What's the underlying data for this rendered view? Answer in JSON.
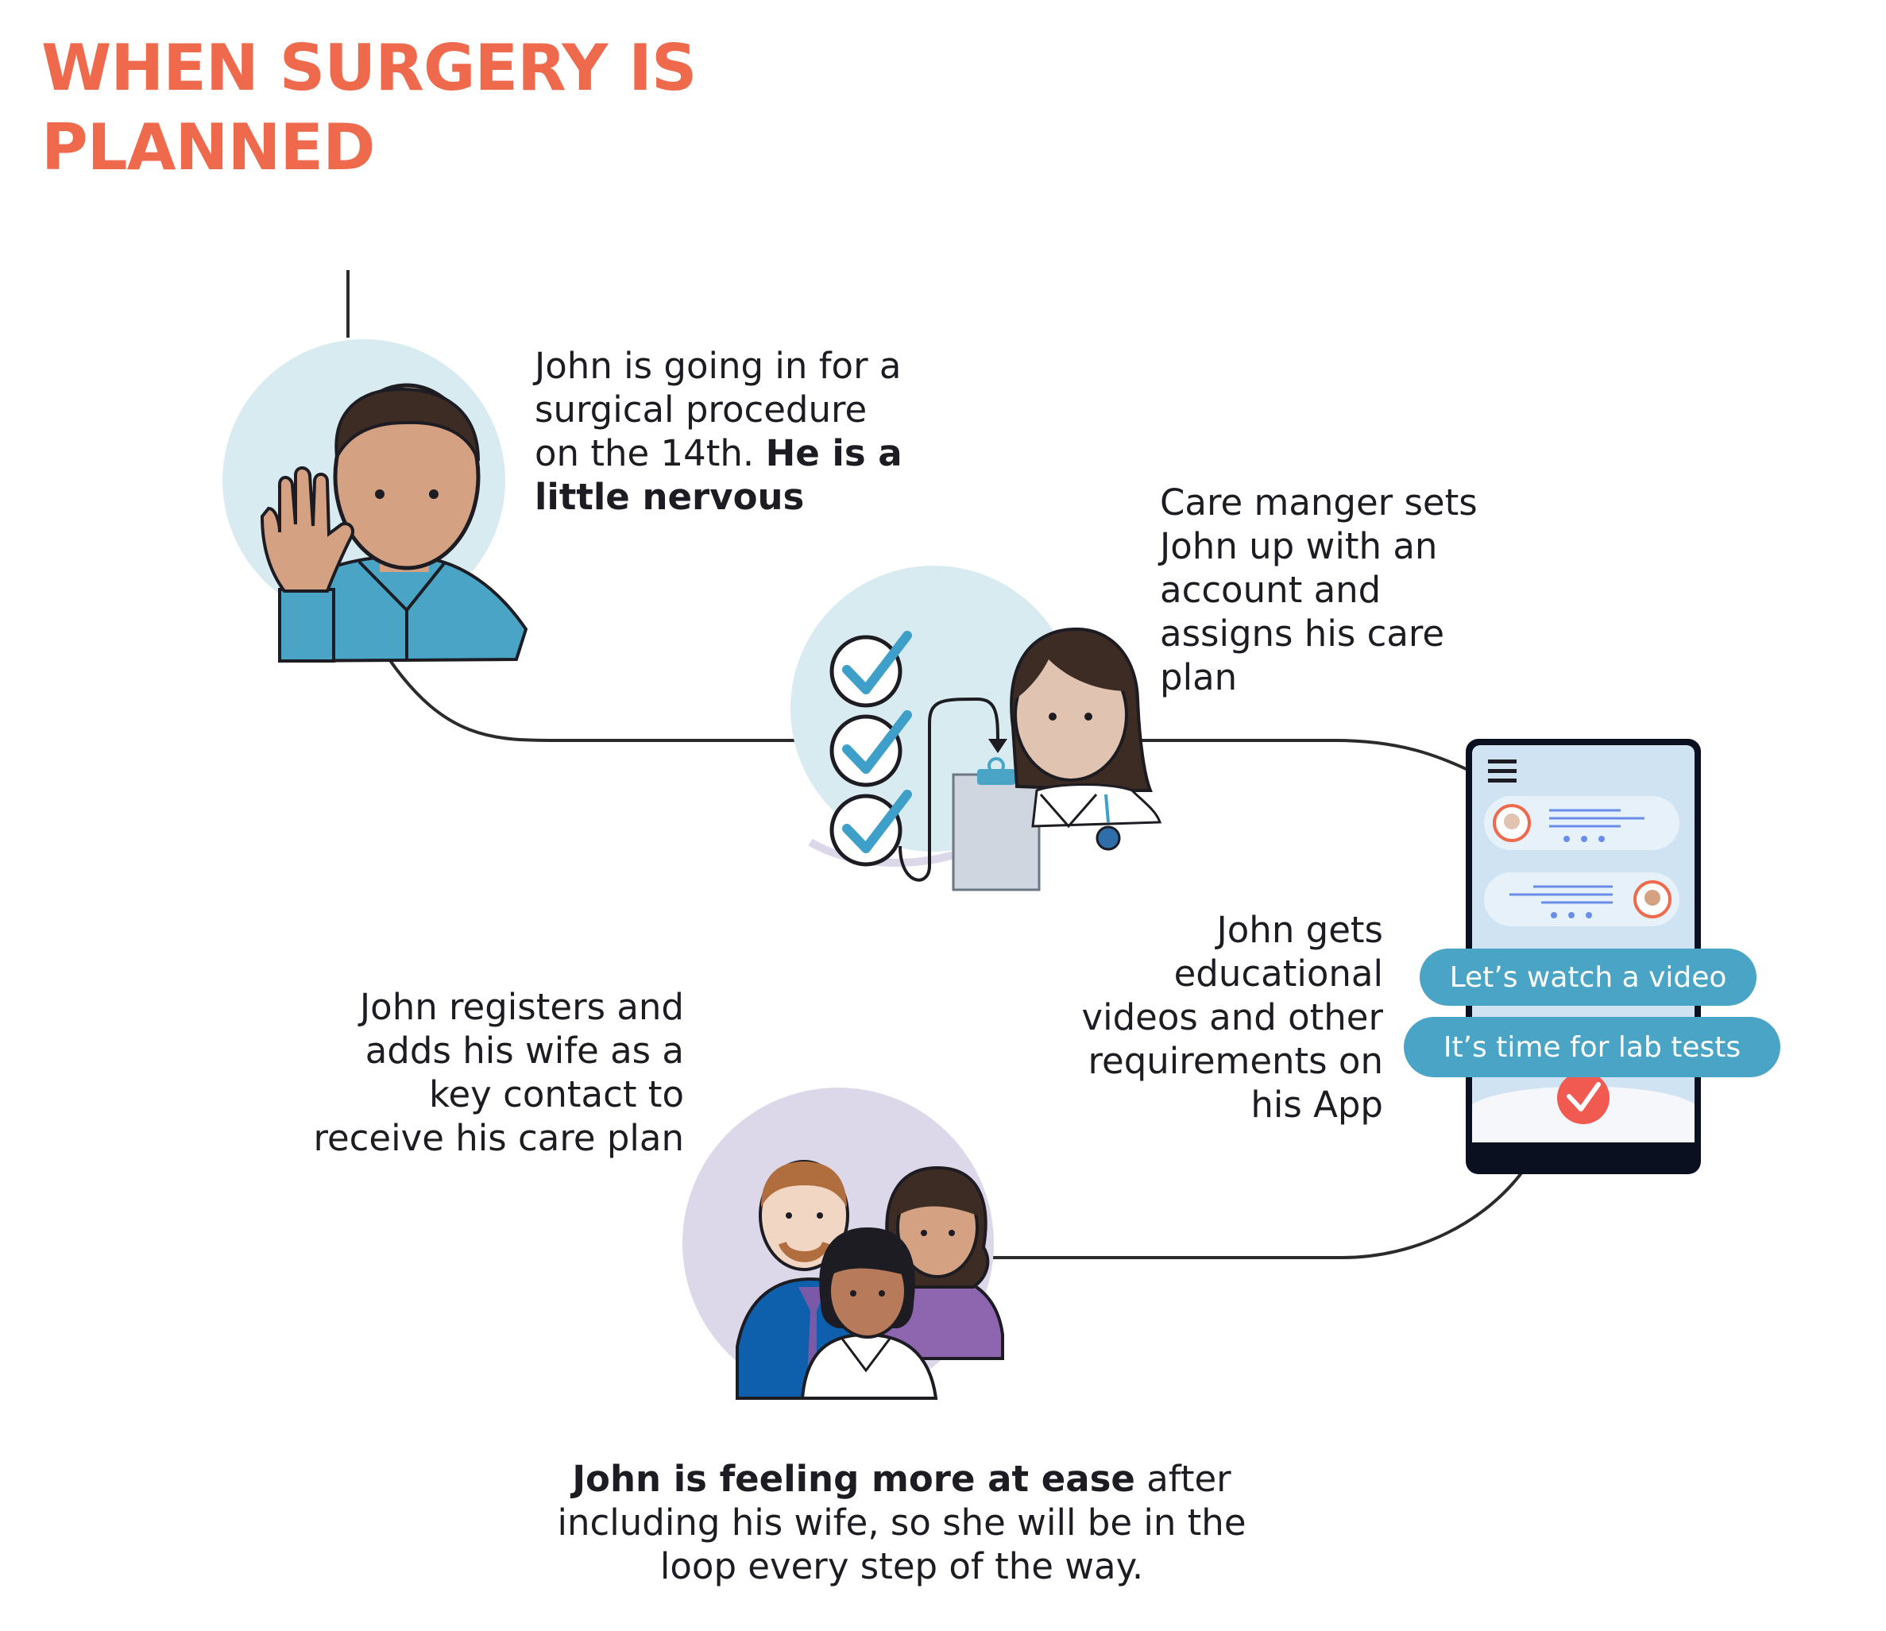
{
  "title": {
    "line1": "WHEN SURGERY IS",
    "line2": "PLANNED"
  },
  "colors": {
    "accent": "#ef6a4c",
    "pill": "#4aa4c6",
    "light_blue_circle": "#d8ebf1",
    "lavender_circle": "#ddd7ea",
    "shirt_blue": "#4aa4c6",
    "skin": "#d4a283",
    "check_blue": "#3ea0c8",
    "check_red": "#f15a50"
  },
  "steps": {
    "step1": {
      "l1": "John is going in for a",
      "l2": "surgical procedure",
      "l3_plain": "on the 14th.",
      "l3_bold": "He is a",
      "l4_bold": "little nervous"
    },
    "step2": {
      "l1": "Care manger sets",
      "l2": "John up with an",
      "l3": "account and",
      "l4": "assigns his care",
      "l5": "plan"
    },
    "step3": {
      "l1": "John gets",
      "l2": "educational",
      "l3": "videos and other",
      "l4": "requirements on",
      "l5": "his App"
    },
    "step4": {
      "l1": "John registers and",
      "l2": "adds his wife as a",
      "l3": "key contact to",
      "l4": "receive his care plan"
    },
    "step5": {
      "l1_bold": "John is feeling more at ease",
      "l1_plain": "after",
      "l2": "including his wife, so she will be in the",
      "l3": "loop every step of the way."
    }
  },
  "app": {
    "pill_video": "Let’s watch a video",
    "pill_lab": "It’s time for lab tests"
  },
  "icons": {
    "john": "waving-man-icon",
    "care_manager": "doctor-woman-icon",
    "checklist": "checklist-icon",
    "clipboard": "clipboard-icon",
    "phone": "smartphone-app-icon",
    "menu": "hamburger-menu-icon",
    "family": "family-group-icon",
    "check": "checkmark-icon"
  }
}
